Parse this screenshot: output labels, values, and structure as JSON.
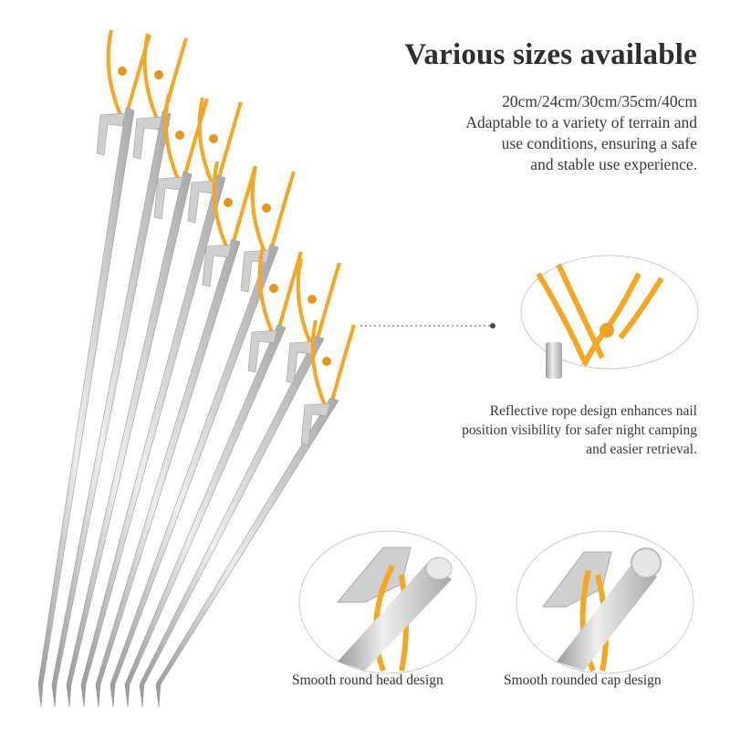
{
  "heading": "Various sizes available",
  "sizes_text": "20cm/24cm/30cm/35cm/40cm",
  "description_lines": [
    "Adaptable to a variety of terrain and",
    "use conditions, ensuring a safe",
    "and stable use experience."
  ],
  "rope_lines": [
    "Reflective rope design enhances nail",
    "position visibility for safer night camping",
    "and easier retrieval."
  ],
  "captions": {
    "round_head": "Smooth round head design",
    "rounded_cap": "Smooth rounded cap design"
  },
  "colors": {
    "rope": "#f5a623",
    "metal": "#c8c8c8",
    "text": "#333333"
  }
}
